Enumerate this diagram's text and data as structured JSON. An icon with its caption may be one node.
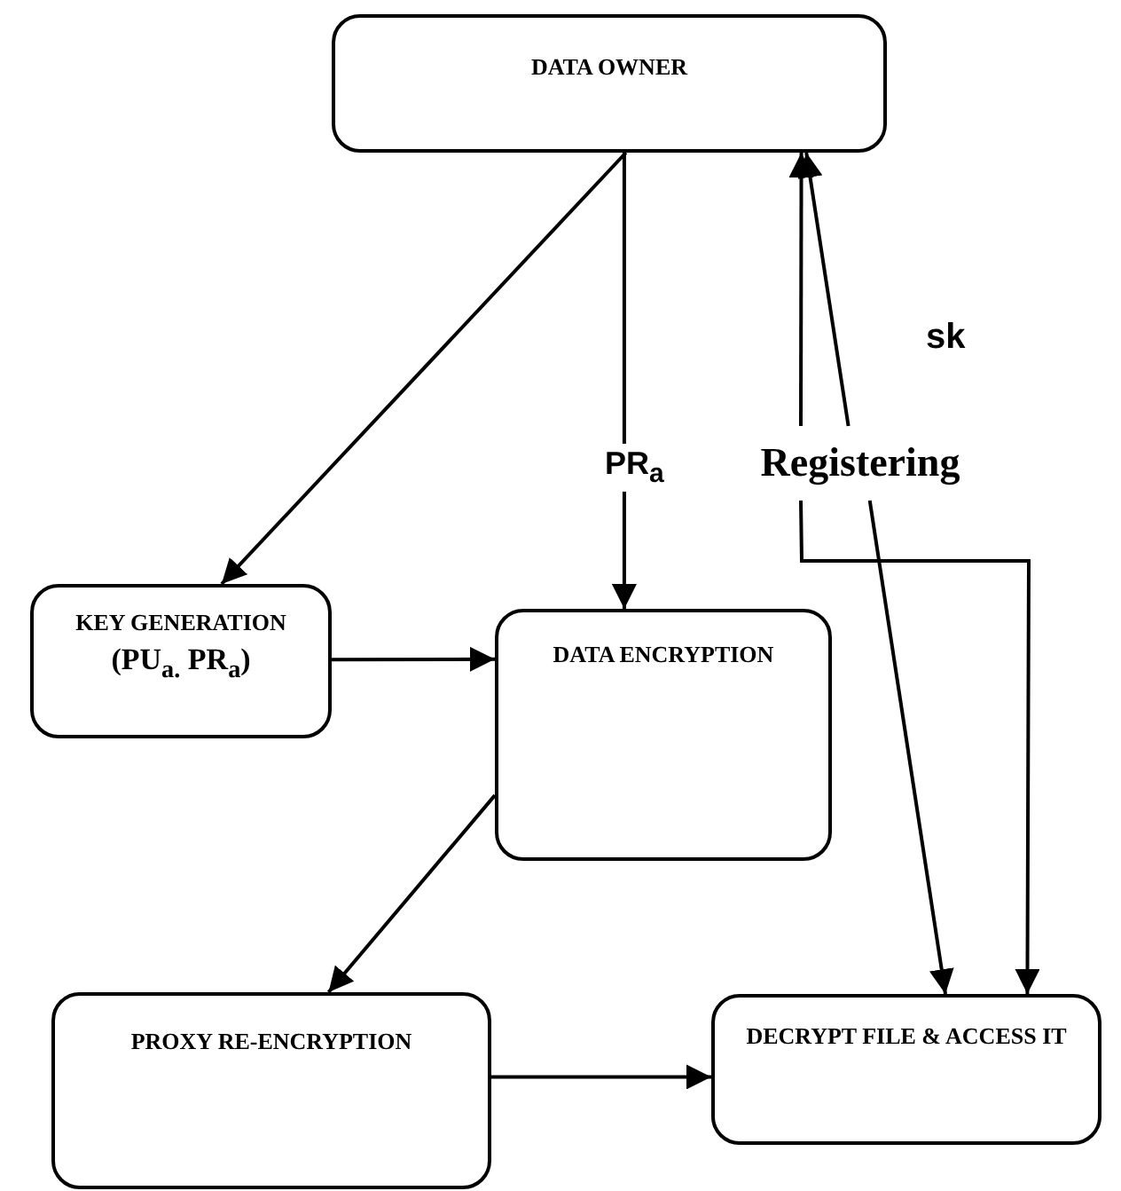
{
  "diagram": {
    "nodes": [
      {
        "text": [
          "DATA OWNER"
        ]
      },
      {
        "text": [
          "Registering"
        ]
      },
      {
        "text": [
          "KEY GENERATION",
          "(PU$_{a.}$ PR$_{a}$)"
        ]
      },
      {
        "text": [
          "DATA ENCRYPTION"
        ]
      },
      {
        "text": [
          "PROXY RE-ENCRYPTION"
        ]
      },
      {
        "text": [
          "DECRYPT FILE & ACCESS IT"
        ]
      }
    ],
    "edges": [
      {
        "from": 0,
        "to": 2,
        "arrow": "to"
      },
      {
        "from": 0,
        "to": 3,
        "arrow": "to",
        "label": "PR$_{a}$"
      },
      {
        "from": 2,
        "to": 3,
        "arrow": "to"
      },
      {
        "from": 1,
        "to": 0,
        "arrow": "to"
      },
      {
        "from": 1,
        "to": 0,
        "arrow": "to"
      },
      {
        "from": 1,
        "to": 5,
        "arrow": "to"
      },
      {
        "from": 1,
        "to": 5,
        "arrow": "to"
      },
      {
        "from": 3,
        "to": 4,
        "arrow": "to"
      },
      {
        "from": 4,
        "to": 5,
        "arrow": "to"
      }
    ],
    "labels": [
      "sk"
    ]
  }
}
